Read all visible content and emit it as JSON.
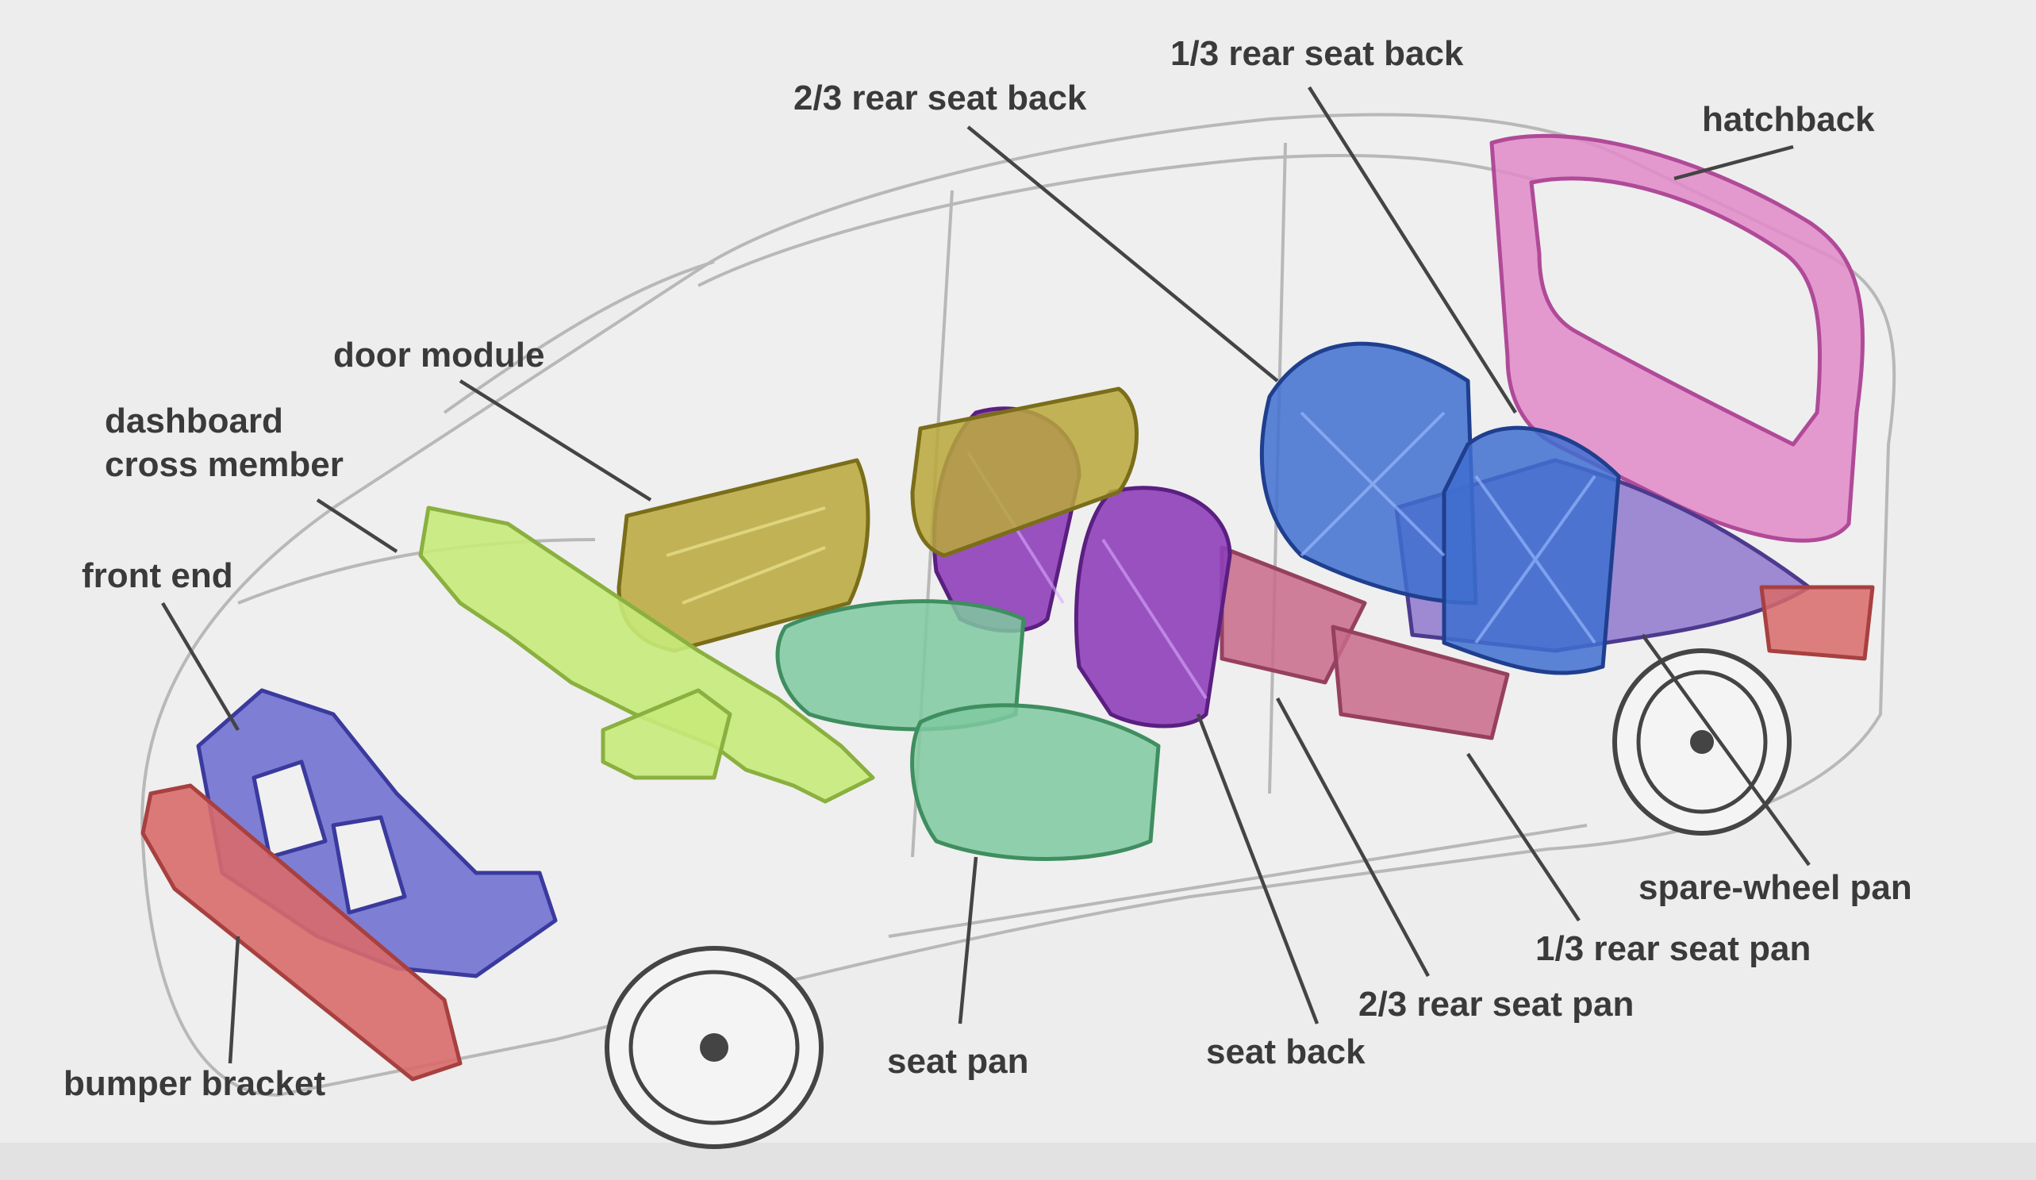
{
  "labels": {
    "rear_seat_back_13": "1/3 rear seat back",
    "rear_seat_back_23": "2/3 rear seat back",
    "hatchback": "hatchback",
    "door_module": "door module",
    "dashboard_line1": "dashboard",
    "dashboard_line2": "cross member",
    "front_end": "front end",
    "spare_wheel_pan": "spare-wheel pan",
    "rear_seat_pan_13": "1/3 rear seat pan",
    "rear_seat_pan_23": "2/3 rear seat pan",
    "seat_back": "seat back",
    "seat_pan": "seat pan",
    "bumper_bracket": "bumper bracket"
  },
  "part_colors": {
    "hatchback": "#e08ac8",
    "rear_seat_backs": "#3f6fd0",
    "rear_seat_pans": "#c86a8a",
    "seat_back": "#8e3fb8",
    "seat_pan": "#7fc9a0",
    "door_module": "#b8a83a",
    "dashboard": "#c7ea7a",
    "front_end": "#6a6ad0",
    "bumper": "#d86a6a",
    "spare_wheel_pan": "#7a5fc8"
  }
}
